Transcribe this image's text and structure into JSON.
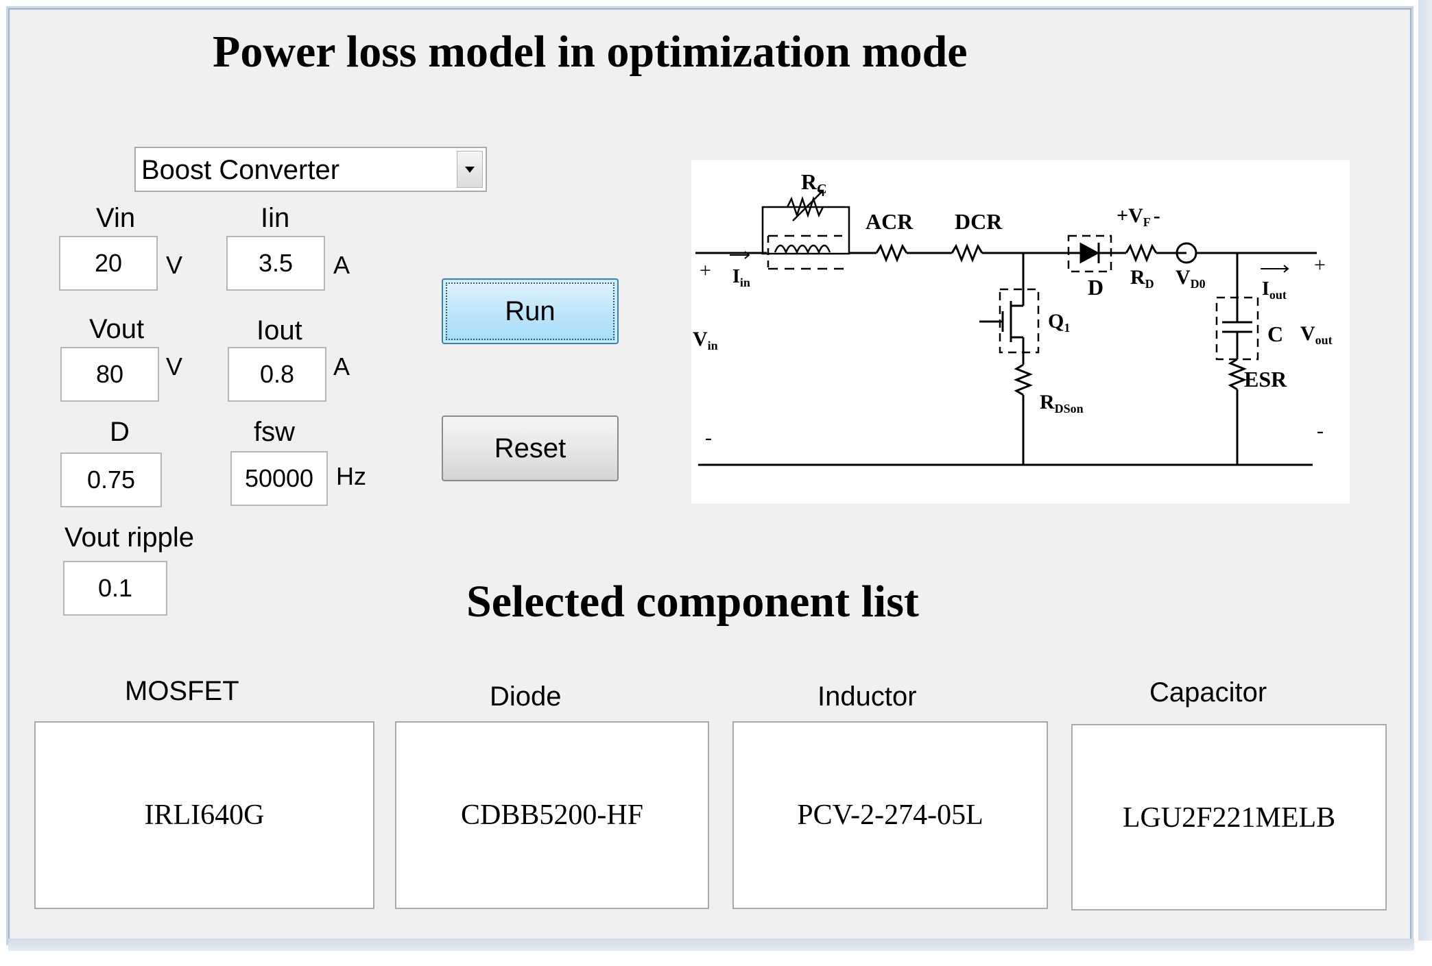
{
  "title": "Power loss model in optimization mode",
  "converter_select": {
    "value": "Boost Converter"
  },
  "inputs": {
    "vin": {
      "label": "Vin",
      "value": "20",
      "unit": "V"
    },
    "iin": {
      "label": "Iin",
      "value": "3.5",
      "unit": "A"
    },
    "vout": {
      "label": "Vout",
      "value": "80",
      "unit": "V"
    },
    "iout": {
      "label": "Iout",
      "value": "0.8",
      "unit": "A"
    },
    "d": {
      "label": "D",
      "value": "0.75"
    },
    "fsw": {
      "label": "fsw",
      "value": "50000",
      "unit": "Hz"
    },
    "ripple": {
      "label": "Vout ripple",
      "value": "0.1"
    }
  },
  "buttons": {
    "run": "Run",
    "reset": "Reset"
  },
  "circuit": {
    "rc": "R",
    "rc_sub": "C",
    "acr": "ACR",
    "dcr": "DCR",
    "vf": "+V",
    "vf_sub": "F",
    "vf_minus": "-",
    "d": "D",
    "rd": "R",
    "rd_sub": "D",
    "vd0": "V",
    "vd0_sub": "D0",
    "iin": "I",
    "iin_sub": "in",
    "iout": "I",
    "iout_sub": "out",
    "vin": "V",
    "vin_sub": "in",
    "vout": "V",
    "vout_sub": "out",
    "q1": "Q",
    "q1_sub": "1",
    "c": "C",
    "esr": "ESR",
    "rds": "R",
    "rds_sub": "DSon",
    "plus_left": "+",
    "plus_right": "+",
    "minus_left": "-",
    "minus_right": "-"
  },
  "component_list": {
    "title": "Selected component list",
    "items": [
      {
        "label": "MOSFET",
        "value": "IRLI640G"
      },
      {
        "label": "Diode",
        "value": "CDBB5200-HF"
      },
      {
        "label": "Inductor",
        "value": "PCV-2-274-05L"
      },
      {
        "label": "Capacitor",
        "value": "LGU2F221MELB"
      }
    ]
  }
}
